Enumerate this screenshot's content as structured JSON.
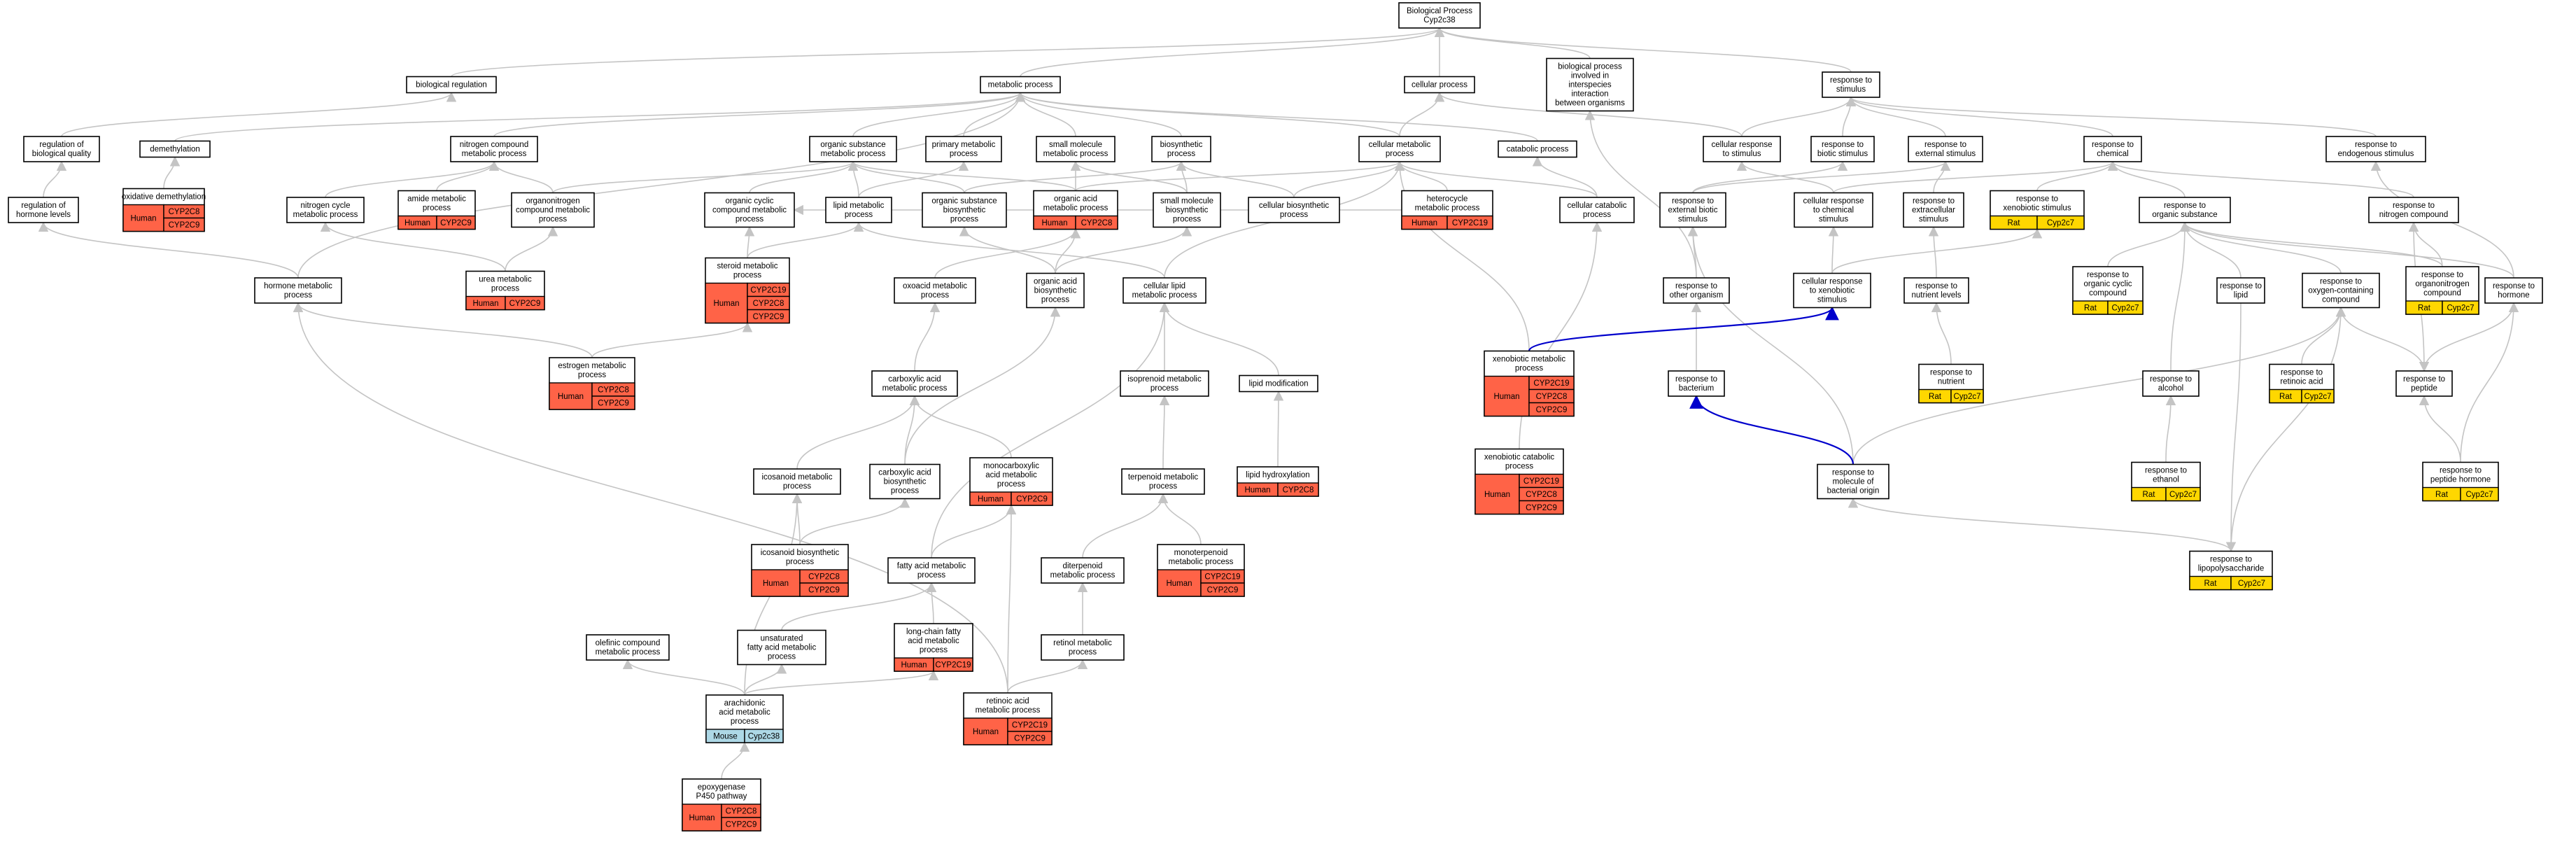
{
  "colors": {
    "Human": "#ff6347",
    "Rat": "#ffd700",
    "Mouse": "#add8e6",
    "edge": "#c4c4c4",
    "edge_highlight": "#0000cc"
  },
  "nodes": [
    {
      "id": "bp",
      "label": [
        "Biological Process",
        "Cyp2c38"
      ]
    },
    {
      "id": "breg",
      "label": [
        "biological regulation"
      ]
    },
    {
      "id": "metab",
      "label": [
        "metabolic process"
      ]
    },
    {
      "id": "cellproc",
      "label": [
        "cellular process"
      ]
    },
    {
      "id": "interspecies",
      "label": [
        "biological process",
        "involved in",
        "interspecies",
        "interaction",
        "between organisms"
      ]
    },
    {
      "id": "respstim",
      "label": [
        "response to",
        "stimulus"
      ]
    },
    {
      "id": "regbq",
      "label": [
        "regulation of",
        "biological quality"
      ]
    },
    {
      "id": "demeth",
      "label": [
        "demethylation"
      ]
    },
    {
      "id": "ncmp",
      "label": [
        "nitrogen compound",
        "metabolic process"
      ]
    },
    {
      "id": "osmp",
      "label": [
        "organic substance",
        "metabolic process"
      ]
    },
    {
      "id": "primmp",
      "label": [
        "primary metabolic",
        "process"
      ]
    },
    {
      "id": "smmp",
      "label": [
        "small molecule",
        "metabolic process"
      ]
    },
    {
      "id": "biosyn",
      "label": [
        "biosynthetic",
        "process"
      ]
    },
    {
      "id": "cellmp",
      "label": [
        "cellular metabolic",
        "process"
      ]
    },
    {
      "id": "catab",
      "label": [
        "catabolic process"
      ]
    },
    {
      "id": "cellresp",
      "label": [
        "cellular response",
        "to stimulus"
      ]
    },
    {
      "id": "respbiotic",
      "label": [
        "response to",
        "biotic stimulus"
      ]
    },
    {
      "id": "respext",
      "label": [
        "response to",
        "external stimulus"
      ]
    },
    {
      "id": "respchem",
      "label": [
        "response to",
        "chemical"
      ]
    },
    {
      "id": "respendo",
      "label": [
        "response to",
        "endogenous stimulus"
      ]
    },
    {
      "id": "reghl",
      "label": [
        "regulation of",
        "hormone levels"
      ]
    },
    {
      "id": "oxdemeth",
      "label": [
        "oxidative demethylation"
      ],
      "genes": [
        {
          "species": "Human",
          "names": [
            "CYP2C8",
            "CYP2C9"
          ]
        }
      ]
    },
    {
      "id": "ncyc",
      "label": [
        "nitrogen cycle",
        "metabolic process"
      ]
    },
    {
      "id": "amide",
      "label": [
        "amide metabolic",
        "process"
      ],
      "genes": [
        {
          "species": "Human",
          "names": [
            "CYP2C9"
          ]
        }
      ]
    },
    {
      "id": "orgnitro",
      "label": [
        "organonitrogen",
        "compound metabolic",
        "process"
      ]
    },
    {
      "id": "occmp",
      "label": [
        "organic cyclic",
        "compound metabolic",
        "process"
      ]
    },
    {
      "id": "lipmp",
      "label": [
        "lipid metabolic",
        "process"
      ]
    },
    {
      "id": "osbp",
      "label": [
        "organic substance",
        "biosynthetic",
        "process"
      ]
    },
    {
      "id": "oamp",
      "label": [
        "organic acid",
        "metabolic process"
      ],
      "genes": [
        {
          "species": "Human",
          "names": [
            "CYP2C8"
          ]
        }
      ]
    },
    {
      "id": "smbp",
      "label": [
        "small molecule",
        "biosynthetic",
        "process"
      ]
    },
    {
      "id": "cellbp",
      "label": [
        "cellular biosynthetic",
        "process"
      ]
    },
    {
      "id": "hetero",
      "label": [
        "heterocycle",
        "metabolic process"
      ],
      "genes": [
        {
          "species": "Human",
          "names": [
            "CYP2C19"
          ]
        }
      ]
    },
    {
      "id": "cellcat",
      "label": [
        "cellular catabolic",
        "process"
      ]
    },
    {
      "id": "respebs",
      "label": [
        "response to",
        "external biotic",
        "stimulus"
      ]
    },
    {
      "id": "crchem",
      "label": [
        "cellular response",
        "to chemical",
        "stimulus"
      ]
    },
    {
      "id": "respecl",
      "label": [
        "response to",
        "extracellular",
        "stimulus"
      ]
    },
    {
      "id": "respxeno",
      "label": [
        "response to",
        "xenobiotic stimulus"
      ],
      "genes": [
        {
          "species": "Rat",
          "names": [
            "Cyp2c7"
          ]
        }
      ]
    },
    {
      "id": "respos",
      "label": [
        "response to",
        "organic substance"
      ]
    },
    {
      "id": "respnc",
      "label": [
        "response to",
        "nitrogen compound"
      ]
    },
    {
      "id": "urea",
      "label": [
        "urea metabolic",
        "process"
      ],
      "genes": [
        {
          "species": "Human",
          "names": [
            "CYP2C9"
          ]
        }
      ]
    },
    {
      "id": "hormmp",
      "label": [
        "hormone metabolic",
        "process"
      ]
    },
    {
      "id": "steroid",
      "label": [
        "steroid metabolic",
        "process"
      ],
      "genes": [
        {
          "species": "Human",
          "names": [
            "CYP2C19",
            "CYP2C8",
            "CYP2C9"
          ]
        }
      ]
    },
    {
      "id": "oxoacid",
      "label": [
        "oxoacid metabolic",
        "process"
      ]
    },
    {
      "id": "oabp",
      "label": [
        "organic acid",
        "biosynthetic",
        "process"
      ]
    },
    {
      "id": "celllip",
      "label": [
        "cellular lipid",
        "metabolic process"
      ]
    },
    {
      "id": "respother",
      "label": [
        "response to",
        "other organism"
      ]
    },
    {
      "id": "crxeno",
      "label": [
        "cellular response",
        "to xenobiotic",
        "stimulus"
      ]
    },
    {
      "id": "respnl",
      "label": [
        "response to",
        "nutrient levels"
      ]
    },
    {
      "id": "respocc",
      "label": [
        "response to",
        "organic cyclic",
        "compound"
      ],
      "genes": [
        {
          "species": "Rat",
          "names": [
            "Cyp2c7"
          ]
        }
      ]
    },
    {
      "id": "resplipid",
      "label": [
        "response to",
        "lipid"
      ]
    },
    {
      "id": "respocomp",
      "label": [
        "response to",
        "oxygen-containing",
        "compound"
      ]
    },
    {
      "id": "responc",
      "label": [
        "response to",
        "organonitrogen",
        "compound"
      ],
      "genes": [
        {
          "species": "Rat",
          "names": [
            "Cyp2c7"
          ]
        }
      ]
    },
    {
      "id": "resphorm",
      "label": [
        "response to",
        "hormone"
      ]
    },
    {
      "id": "estrogen",
      "label": [
        "estrogen metabolic",
        "process"
      ],
      "genes": [
        {
          "species": "Human",
          "names": [
            "CYP2C8",
            "CYP2C9"
          ]
        }
      ]
    },
    {
      "id": "xeno",
      "label": [
        "xenobiotic metabolic",
        "process"
      ],
      "genes": [
        {
          "species": "Human",
          "names": [
            "CYP2C19",
            "CYP2C8",
            "CYP2C9"
          ]
        }
      ]
    },
    {
      "id": "carbox",
      "label": [
        "carboxylic acid",
        "metabolic process"
      ]
    },
    {
      "id": "isopren",
      "label": [
        "isoprenoid metabolic",
        "process"
      ]
    },
    {
      "id": "lipmod",
      "label": [
        "lipid modification"
      ]
    },
    {
      "id": "respbact",
      "label": [
        "response to",
        "bacterium"
      ]
    },
    {
      "id": "respnut",
      "label": [
        "response to",
        "nutrient"
      ],
      "genes": [
        {
          "species": "Rat",
          "names": [
            "Cyp2c7"
          ]
        }
      ]
    },
    {
      "id": "respalc",
      "label": [
        "response to",
        "alcohol"
      ]
    },
    {
      "id": "respra",
      "label": [
        "response to",
        "retinoic acid"
      ],
      "genes": [
        {
          "species": "Rat",
          "names": [
            "Cyp2c7"
          ]
        }
      ]
    },
    {
      "id": "resppep",
      "label": [
        "response to",
        "peptide"
      ]
    },
    {
      "id": "xenocat",
      "label": [
        "xenobiotic catabolic",
        "process"
      ],
      "genes": [
        {
          "species": "Human",
          "names": [
            "CYP2C19",
            "CYP2C8",
            "CYP2C9"
          ]
        }
      ]
    },
    {
      "id": "icos",
      "label": [
        "icosanoid metabolic",
        "process"
      ]
    },
    {
      "id": "cabp",
      "label": [
        "carboxylic acid",
        "biosynthetic",
        "process"
      ]
    },
    {
      "id": "monocarb",
      "label": [
        "monocarboxylic",
        "acid metabolic",
        "process"
      ],
      "genes": [
        {
          "species": "Human",
          "names": [
            "CYP2C9"
          ]
        }
      ]
    },
    {
      "id": "terpen",
      "label": [
        "terpenoid metabolic",
        "process"
      ]
    },
    {
      "id": "liphyd",
      "label": [
        "lipid hydroxylation"
      ],
      "genes": [
        {
          "species": "Human",
          "names": [
            "CYP2C8"
          ]
        }
      ]
    },
    {
      "id": "respmbo",
      "label": [
        "response to",
        "molecule of",
        "bacterial origin"
      ]
    },
    {
      "id": "respeth",
      "label": [
        "response to",
        "ethanol"
      ],
      "genes": [
        {
          "species": "Rat",
          "names": [
            "Cyp2c7"
          ]
        }
      ]
    },
    {
      "id": "respph",
      "label": [
        "response to",
        "peptide hormone"
      ],
      "genes": [
        {
          "species": "Rat",
          "names": [
            "Cyp2c7"
          ]
        }
      ]
    },
    {
      "id": "icosbp",
      "label": [
        "icosanoid biosynthetic",
        "process"
      ],
      "genes": [
        {
          "species": "Human",
          "names": [
            "CYP2C8",
            "CYP2C9"
          ]
        }
      ]
    },
    {
      "id": "fatty",
      "label": [
        "fatty acid metabolic",
        "process"
      ]
    },
    {
      "id": "diterp",
      "label": [
        "diterpenoid",
        "metabolic process"
      ]
    },
    {
      "id": "monoterp",
      "label": [
        "monoterpenoid",
        "metabolic process"
      ],
      "genes": [
        {
          "species": "Human",
          "names": [
            "CYP2C19",
            "CYP2C9"
          ]
        }
      ]
    },
    {
      "id": "resplps",
      "label": [
        "response to",
        "lipopolysaccharide"
      ],
      "genes": [
        {
          "species": "Rat",
          "names": [
            "Cyp2c7"
          ]
        }
      ]
    },
    {
      "id": "olefinic",
      "label": [
        "olefinic compound",
        "metabolic process"
      ]
    },
    {
      "id": "unsat",
      "label": [
        "unsaturated",
        "fatty acid metabolic",
        "process"
      ]
    },
    {
      "id": "lcfa",
      "label": [
        "long-chain fatty",
        "acid metabolic",
        "process"
      ],
      "genes": [
        {
          "species": "Human",
          "names": [
            "CYP2C19"
          ]
        }
      ]
    },
    {
      "id": "retinol",
      "label": [
        "retinol metabolic",
        "process"
      ]
    },
    {
      "id": "arach",
      "label": [
        "arachidonic",
        "acid metabolic",
        "process"
      ],
      "genes": [
        {
          "species": "Mouse",
          "names": [
            "Cyp2c38"
          ]
        }
      ]
    },
    {
      "id": "retacid",
      "label": [
        "retinoic acid",
        "metabolic process"
      ],
      "genes": [
        {
          "species": "Human",
          "names": [
            "CYP2C19",
            "CYP2C9"
          ]
        }
      ]
    },
    {
      "id": "epoxy",
      "label": [
        "epoxygenase",
        "P450 pathway"
      ],
      "genes": [
        {
          "species": "Human",
          "names": [
            "CYP2C8",
            "CYP2C9"
          ]
        }
      ]
    }
  ]
}
